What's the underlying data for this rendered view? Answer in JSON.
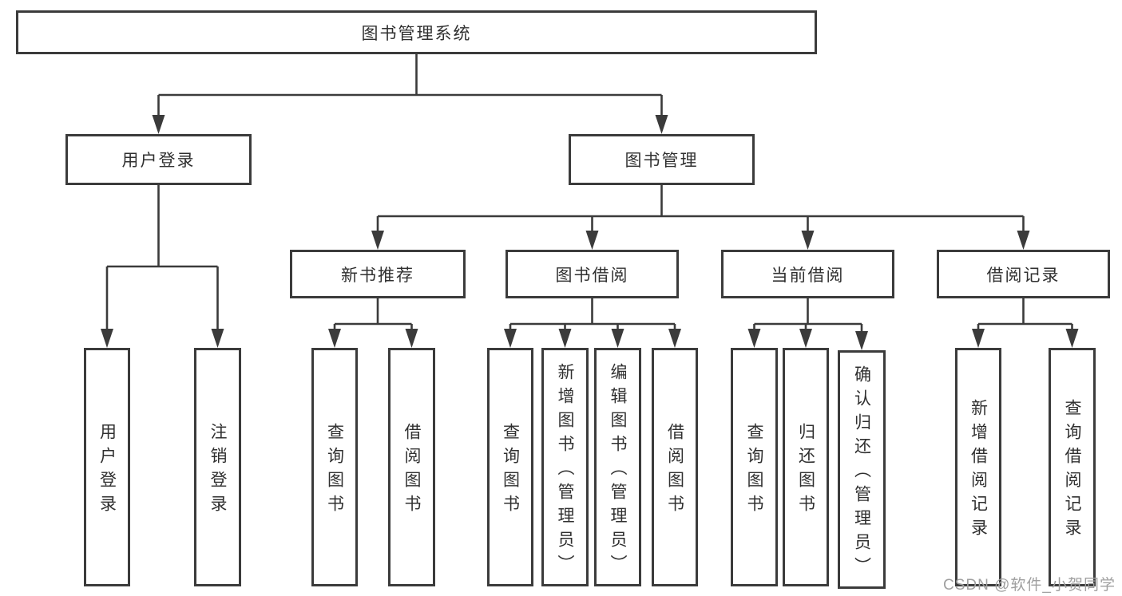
{
  "tree": {
    "label": "图书管理系统",
    "children": [
      {
        "label": "用户登录",
        "children": [
          {
            "label": "用户登录"
          },
          {
            "label": "注销登录"
          }
        ]
      },
      {
        "label": "图书管理",
        "children": [
          {
            "label": "新书推荐",
            "children": [
              {
                "label": "查询图书"
              },
              {
                "label": "借阅图书"
              }
            ]
          },
          {
            "label": "图书借阅",
            "children": [
              {
                "label": "查询图书"
              },
              {
                "label": "新增图书（管理员）"
              },
              {
                "label": "编辑图书（管理员）"
              },
              {
                "label": "借阅图书"
              }
            ]
          },
          {
            "label": "当前借阅",
            "children": [
              {
                "label": "查询图书"
              },
              {
                "label": "归还图书"
              },
              {
                "label": "确认归还（管理员）"
              }
            ]
          },
          {
            "label": "借阅记录",
            "children": [
              {
                "label": "新增借阅记录"
              },
              {
                "label": "查询借阅记录"
              }
            ]
          }
        ]
      }
    ]
  },
  "watermark": "CSDN @软件_小贺同学",
  "colors": {
    "line": "#3b3b3b",
    "text": "#303030",
    "watermark": "#a0a0a0",
    "background": "#ffffff"
  }
}
